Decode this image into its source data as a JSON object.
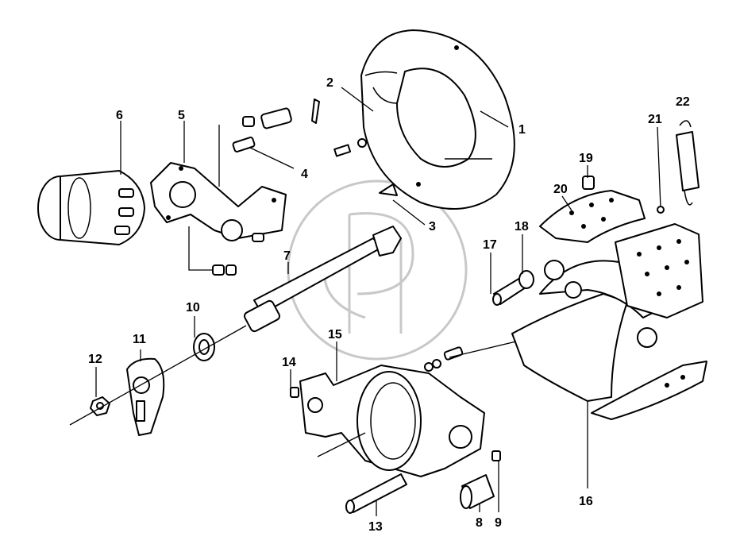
{
  "diagram": {
    "parts": [
      {
        "id": "p1",
        "number": "1"
      },
      {
        "id": "p2",
        "number": "2"
      },
      {
        "id": "p3",
        "number": "3"
      },
      {
        "id": "p4",
        "number": "4"
      },
      {
        "id": "p5",
        "number": "5"
      },
      {
        "id": "p6",
        "number": "6"
      },
      {
        "id": "p7",
        "number": "7"
      },
      {
        "id": "p8",
        "number": "8"
      },
      {
        "id": "p9",
        "number": "9"
      },
      {
        "id": "p10",
        "number": "10"
      },
      {
        "id": "p11",
        "number": "11"
      },
      {
        "id": "p12",
        "number": "12"
      },
      {
        "id": "p13",
        "number": "13"
      },
      {
        "id": "p14",
        "number": "14"
      },
      {
        "id": "p15",
        "number": "15"
      },
      {
        "id": "p16",
        "number": "16"
      },
      {
        "id": "p17",
        "number": "17"
      },
      {
        "id": "p18",
        "number": "18"
      },
      {
        "id": "p19",
        "number": "19"
      },
      {
        "id": "p20",
        "number": "20"
      },
      {
        "id": "p21",
        "number": "21"
      },
      {
        "id": "p22",
        "number": "22"
      }
    ]
  }
}
